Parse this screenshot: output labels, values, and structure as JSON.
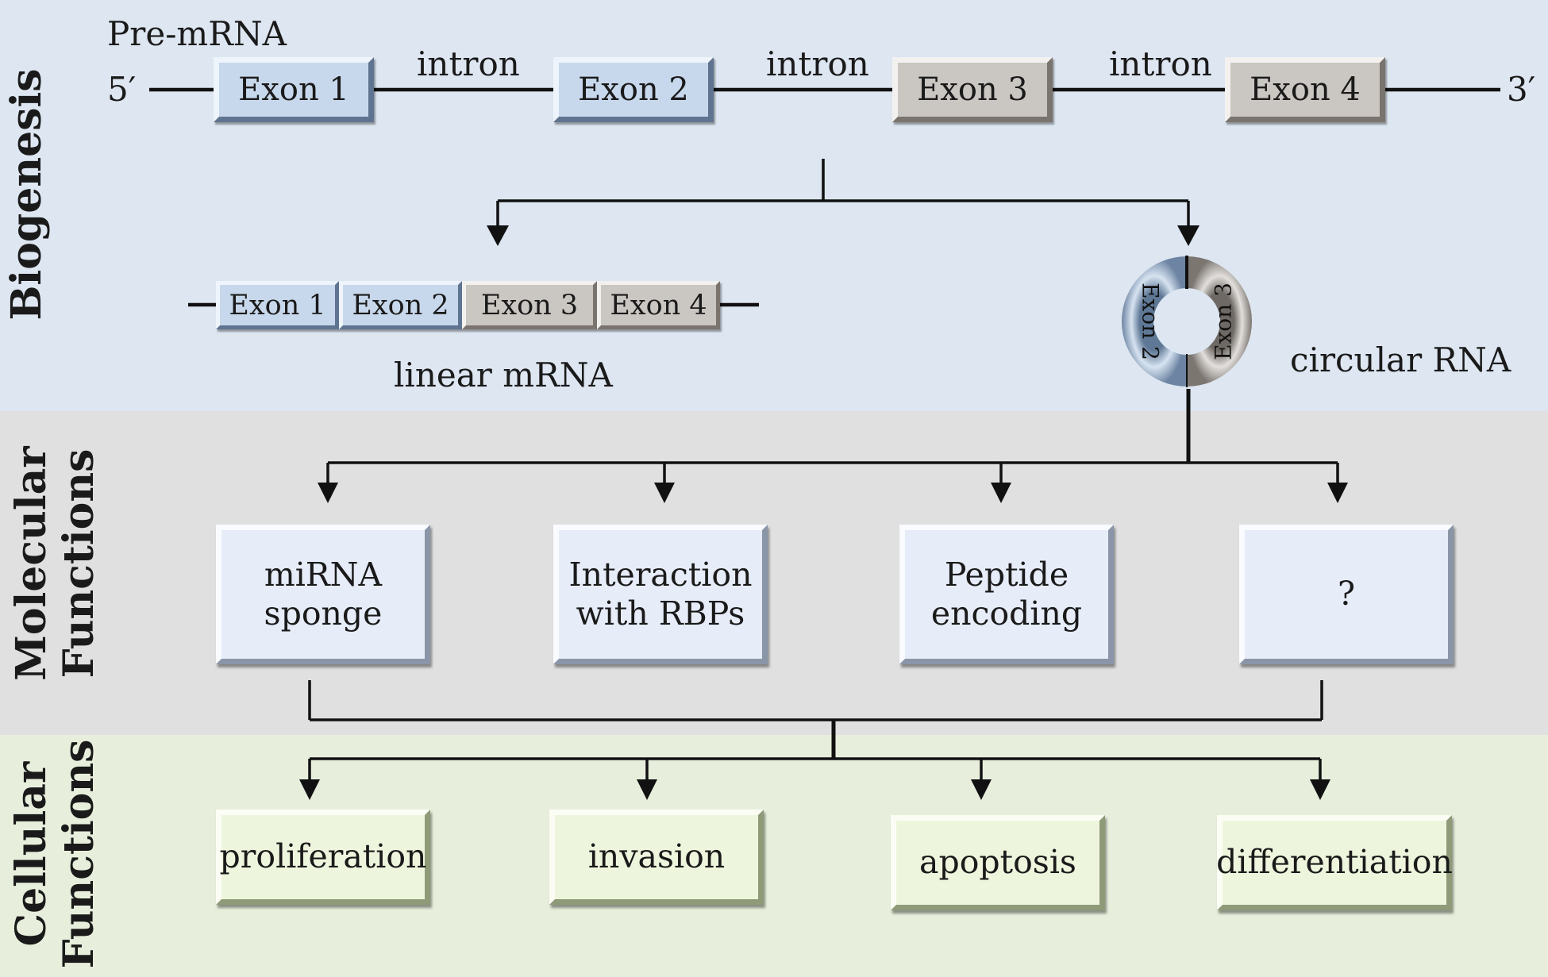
{
  "sections": {
    "biogenesis": "Biogenesis",
    "molecular_line1": "Molecular",
    "molecular_line2": "Functions",
    "cellular_line1": "Cellular",
    "cellular_line2": "Functions"
  },
  "pre_mrna": {
    "title": "Pre-mRNA",
    "five_prime": "5′",
    "three_prime": "3′",
    "exons": [
      "Exon 1",
      "Exon 2",
      "Exon 3",
      "Exon 4"
    ],
    "introns": [
      "intron",
      "intron",
      "intron"
    ]
  },
  "linear_mrna": {
    "label": "linear mRNA",
    "exons": [
      "Exon 1",
      "Exon 2",
      "Exon 3",
      "Exon 4"
    ]
  },
  "circular_rna": {
    "label": "circular RNA",
    "exons": [
      "Exon 2",
      "Exon 3"
    ]
  },
  "molecular_functions": [
    {
      "line1": "miRNA",
      "line2": "sponge"
    },
    {
      "line1": "Interaction",
      "line2": "with RBPs"
    },
    {
      "line1": "Peptide",
      "line2": "encoding"
    },
    {
      "line1": "?",
      "line2": ""
    }
  ],
  "cellular_functions": [
    "proliferation",
    "invasion",
    "apoptosis",
    "differentiation"
  ],
  "colors": {
    "biogenesis_bg": "#dde6f1",
    "molecular_bg": "#e0e0e0",
    "cellular_bg": "#e7efdc",
    "exon_blue": "#c8d8ec",
    "exon_gray": "#cac6c2"
  }
}
